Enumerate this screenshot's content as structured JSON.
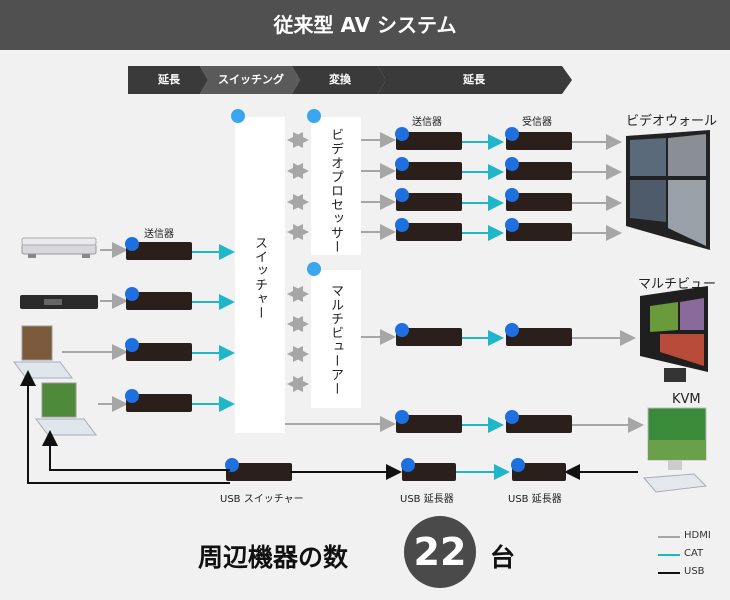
{
  "header": {
    "title": "従来型 AV システム"
  },
  "phases": [
    "延長",
    "スイッチング",
    "変換",
    "延長"
  ],
  "labels": {
    "switcher": "スイッチャー",
    "video_processor": "ビデオプロセッサー",
    "multiviewer": "マルチビューアー",
    "transmitter": "送信器",
    "receiver": "受信器",
    "video_wall": "ビデオウォール",
    "multi_view": "マルチビュー",
    "kvm": "KVM",
    "usb_switcher": "USB スイッチャー",
    "usb_extender_1": "USB 延長器",
    "usb_extender_2": "USB 延長器"
  },
  "footer": {
    "title": "周辺機器の数",
    "count": "22",
    "unit": "台"
  },
  "legend": [
    {
      "label": "HDMI",
      "color": "#a6a6a6"
    },
    {
      "label": "CAT",
      "color": "#1fb6c9"
    },
    {
      "label": "USB",
      "color": "#111111"
    }
  ],
  "colors": {
    "header_bg": "#505050",
    "device": "#2b1f1c",
    "led": "#1e6fe0",
    "marker": "#3ba6f0"
  }
}
